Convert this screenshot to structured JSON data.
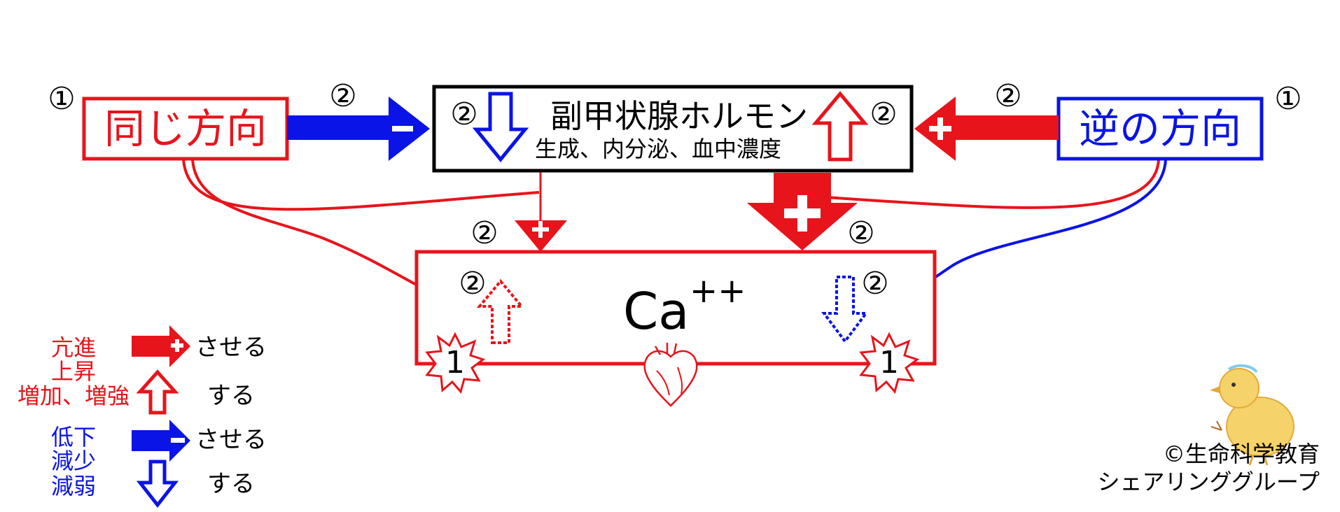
{
  "colors": {
    "red": "#e8141b",
    "blue": "#0a14e6",
    "black": "#000000"
  },
  "boxes": {
    "same_direction": "同じ方向",
    "opposite_direction": "逆の方向",
    "pth_title": "副甲状腺ホルモン",
    "pth_sub": "生成、内分泌、血中濃度",
    "calcium": "Ca",
    "calcium_sup": "++"
  },
  "marks": {
    "circled_one": "①",
    "circled_two": "②",
    "burst_one": "1",
    "plus": "+",
    "minus": "−"
  },
  "legend": {
    "increase_verbs_line1": "亢進",
    "increase_verbs_line2": "上昇",
    "increase_verbs_line3": "増加、増強",
    "decrease_verbs_line1": "低下",
    "decrease_verbs_line2": "減少",
    "decrease_verbs_line3": "減弱",
    "make_do": "させる",
    "do": "する"
  },
  "credit": {
    "line1": "©生命科学教育",
    "line2": "シェアリンググループ"
  },
  "icons": [
    "heart-icon",
    "chick-icon"
  ]
}
